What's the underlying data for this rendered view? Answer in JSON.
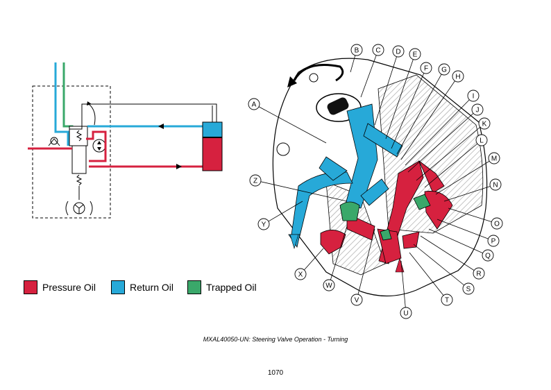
{
  "colors": {
    "pressure": "#d6213f",
    "return": "#27a9d8",
    "trapped": "#3aa86a",
    "line": "#000000",
    "hatch": "#9a9a9a"
  },
  "legend": [
    {
      "key": "pressure",
      "label": "Pressure Oil"
    },
    {
      "key": "return",
      "label": "Return Oil"
    },
    {
      "key": "trapped",
      "label": "Trapped Oil"
    }
  ],
  "callouts": [
    "A",
    "B",
    "C",
    "D",
    "E",
    "F",
    "G",
    "H",
    "I",
    "J",
    "K",
    "L",
    "M",
    "N",
    "O",
    "P",
    "Q",
    "R",
    "S",
    "T",
    "U",
    "V",
    "W",
    "X",
    "Y",
    "Z"
  ],
  "caption": "MXAL40050-UN: Steering Valve Operation - Turning",
  "page_number": "1070"
}
